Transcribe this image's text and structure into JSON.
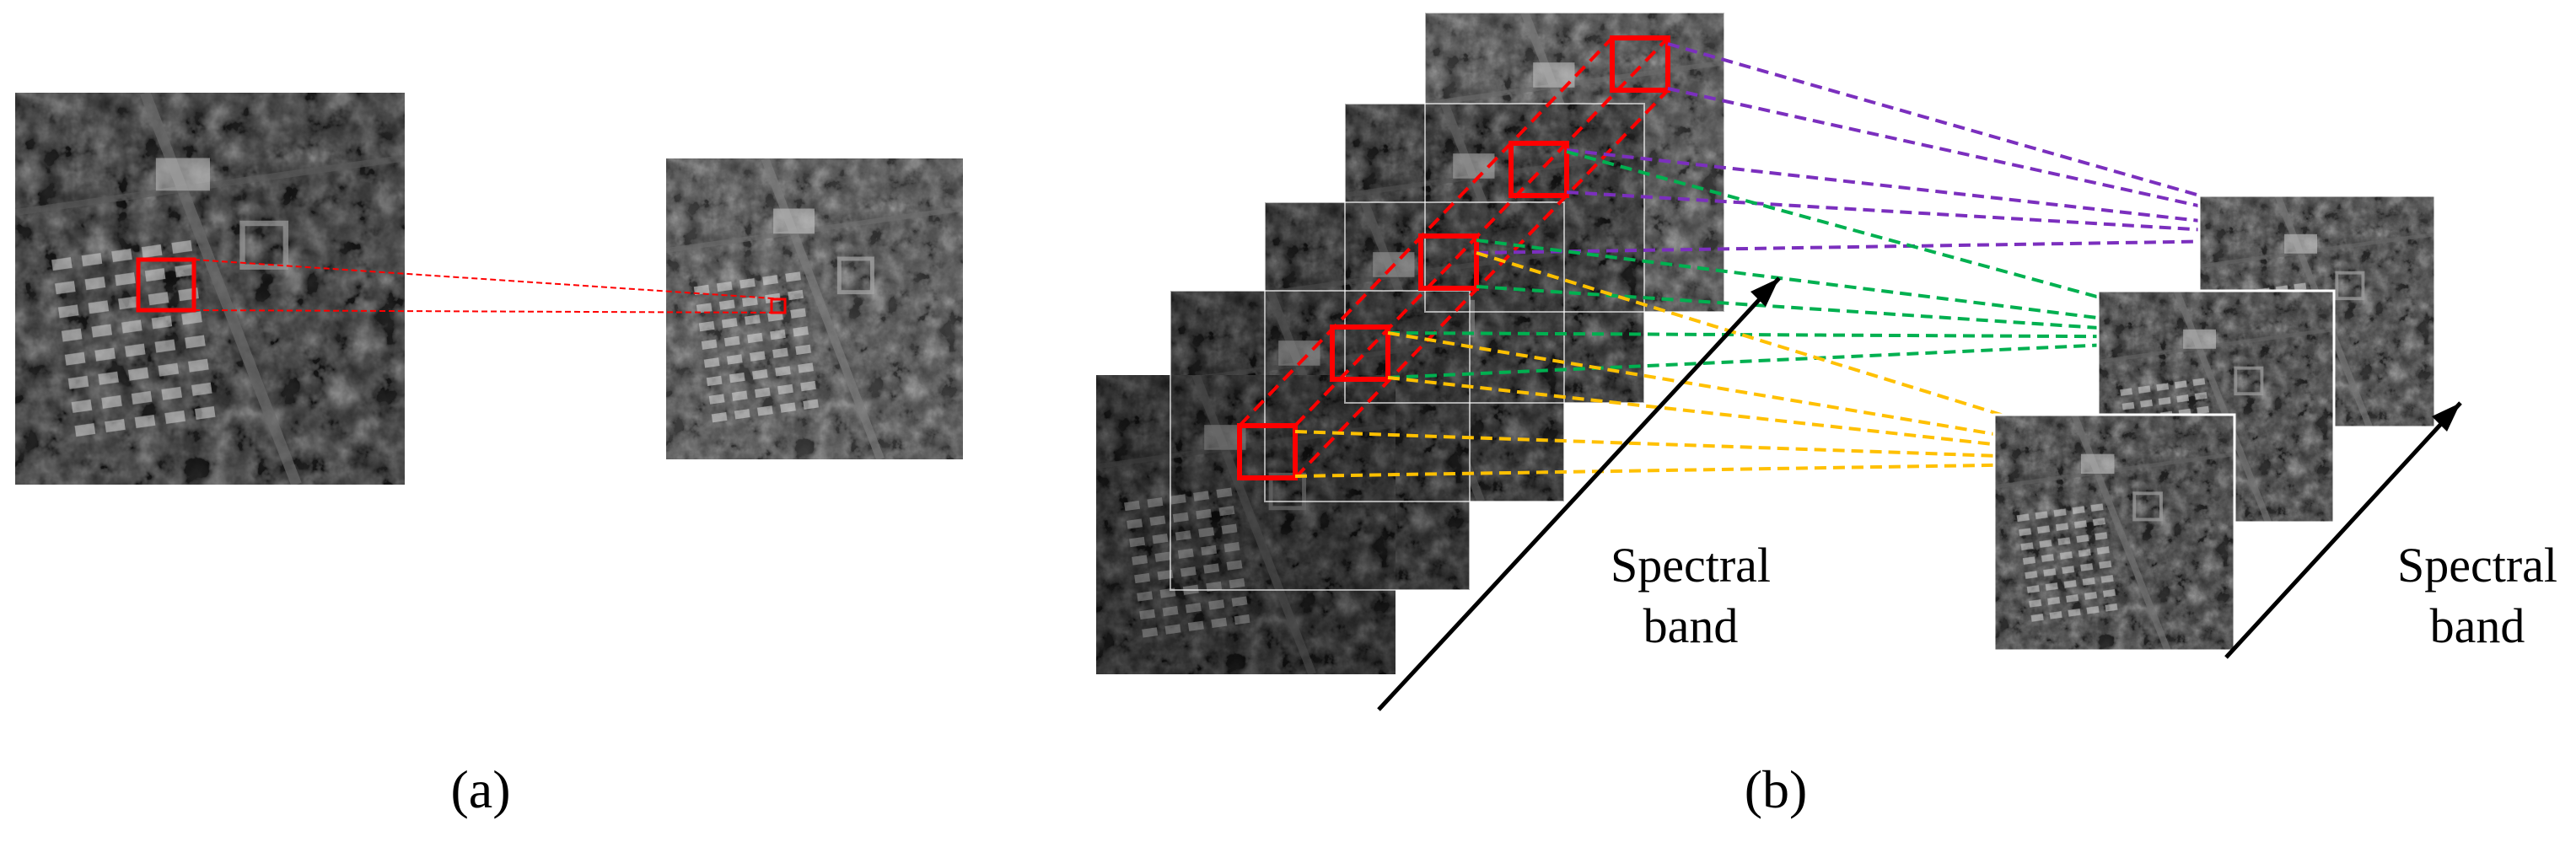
{
  "panels": {
    "a": {
      "caption": "(a)"
    },
    "b": {
      "caption": "(b)"
    }
  },
  "labels": {
    "spectral_band_line1": "Spectral",
    "spectral_band_line2": "band"
  },
  "colors": {
    "highlight_box": "#ff0000",
    "connector_purple": "#7b2fbe",
    "connector_green": "#00b050",
    "connector_orange": "#ffc000",
    "arrow": "#000000"
  },
  "icons": {
    "arrow_head": "arrow-head-icon"
  }
}
